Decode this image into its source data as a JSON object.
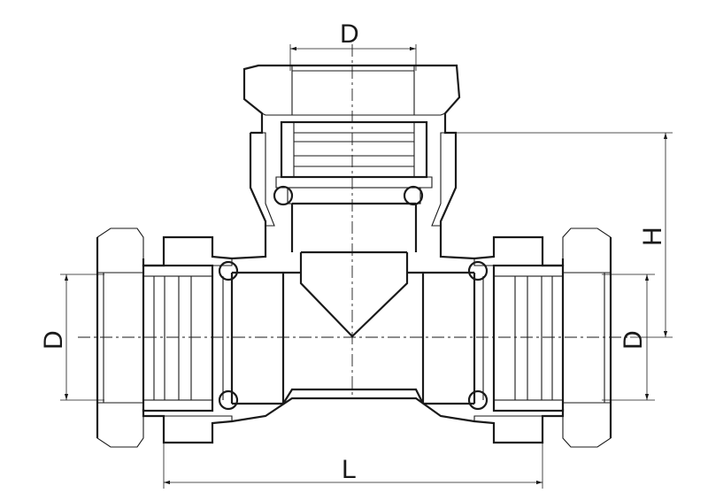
{
  "dimensions": {
    "top_diameter": "D",
    "left_diameter": "D",
    "right_diameter": "D",
    "height": "H",
    "length": "L"
  },
  "style": {
    "stroke_color": "#1a1a1a",
    "background": "#ffffff"
  }
}
